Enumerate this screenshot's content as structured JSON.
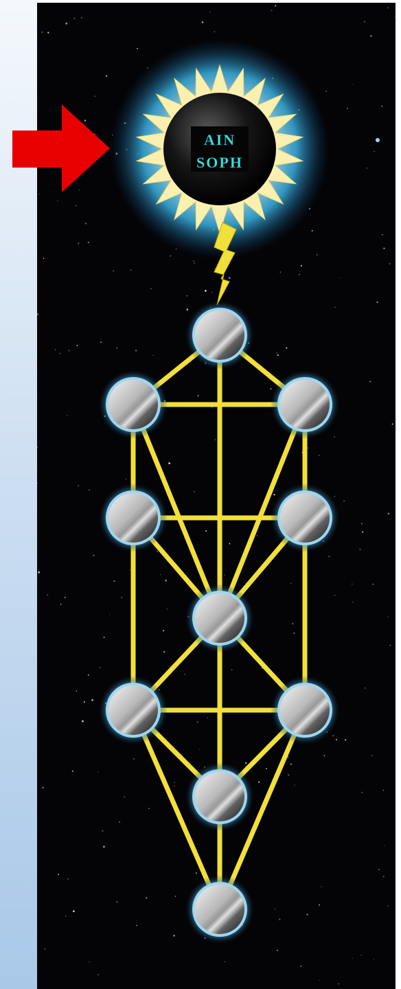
{
  "diagram": {
    "crown_label_line1": "AIN",
    "crown_label_line2": "SOPH",
    "icons": {
      "pointer": "red-arrow-icon",
      "lightning": "lightning-bolt-icon",
      "sun": "sunburst-icon"
    },
    "colors": {
      "background": "#040406",
      "path": "#f2e03a",
      "node_halo": "#7ec8e8",
      "arrow": "#e80000",
      "crown_glow": "#3ab0e0",
      "sidebar_top": "#f4f8fc",
      "sidebar_bottom": "#a9c8e8",
      "label": "#3fe0e0"
    },
    "node_count": 10,
    "path_count": 22
  }
}
